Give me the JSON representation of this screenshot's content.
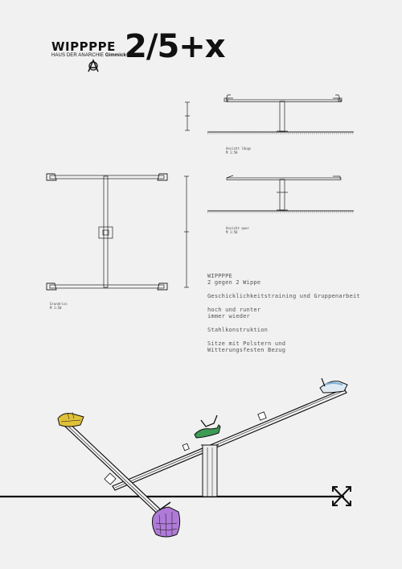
{
  "brand": {
    "title": "WIPPPPE",
    "subtitle_prefix": "HAUS DER ANARCHIE ",
    "subtitle_strong": "Gimmicks",
    "big_label": "2/5+x"
  },
  "captions": {
    "side_view": [
      "Ansicht längs",
      "M 1:50"
    ],
    "front_view": [
      "Ansicht quer",
      "M 1:50"
    ],
    "plan_view": [
      "Grundriss",
      "M 1:50"
    ]
  },
  "description": {
    "name": "WIPPPPE",
    "subtitle": "2 gegen 2 Wippe",
    "lines": [
      "Geschicklichkeitstraining und Gruppenarbeit",
      "hoch und runter",
      "immer wieder",
      "Stahlkonstruktion",
      "Sitze mit Polstern und",
      "Witterungsfesten Bezug"
    ]
  },
  "colors": {
    "background": "#f1f1f1",
    "ink": "#111111",
    "seat_yellow": "#e0c13a",
    "seat_green": "#3e9b55",
    "seat_purple": "#b07ad8",
    "seat_blue": "#7fb2d9"
  },
  "icons": [
    "anarchy-icon",
    "expand-arrows-icon"
  ]
}
